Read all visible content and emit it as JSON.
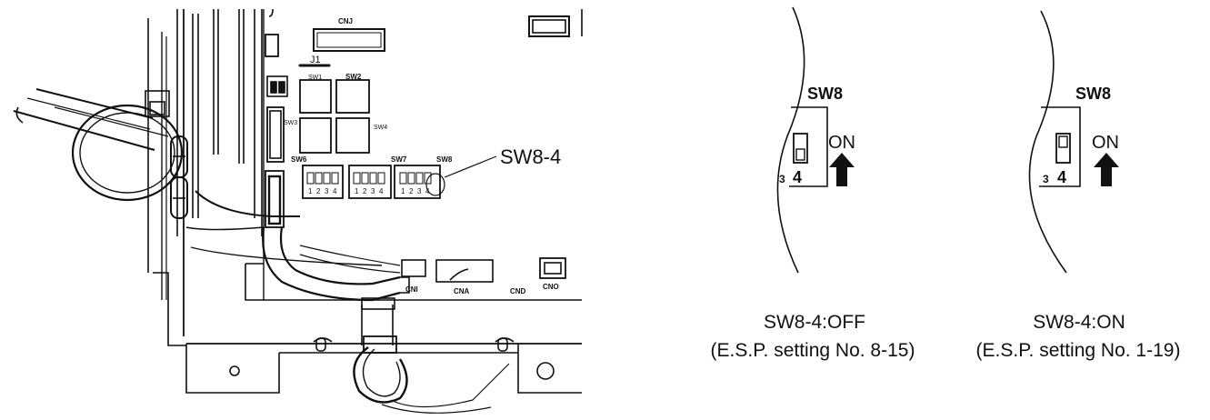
{
  "board": {
    "connectors": {
      "cnj": "CNJ",
      "j1": "J1",
      "cni": "CNI",
      "cna": "CNA",
      "cnd": "CND",
      "cno": "CNO"
    },
    "switches": {
      "sw1": "SW1",
      "sw2": "SW2",
      "sw3": "SW3",
      "sw4": "SW4",
      "sw6": "SW6",
      "sw7": "SW7",
      "sw8": "SW8"
    },
    "dip_numbers": [
      "1",
      "2",
      "3",
      "4"
    ],
    "callout": "SW8-4"
  },
  "detail_off": {
    "switch_label": "SW8",
    "on_label": "ON",
    "pin_number": "4",
    "caption": "SW8-4:OFF",
    "caption_sub": "(E.S.P. setting No. 8-15)"
  },
  "detail_on": {
    "switch_label": "SW8",
    "on_label": "ON",
    "pin_number": "4",
    "caption": "SW8-4:ON",
    "caption_sub": "(E.S.P. setting No. 1-19)"
  }
}
